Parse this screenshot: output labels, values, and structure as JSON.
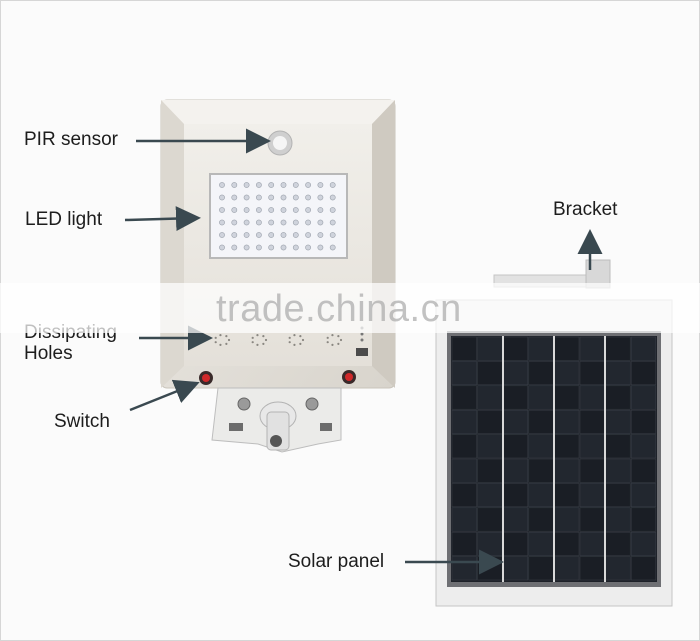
{
  "labels": {
    "pir_sensor": "PIR sensor",
    "led_light": "LED light",
    "bracket": "Bracket",
    "dissipating_holes": "Dissipating\nHoles",
    "switch": "Switch",
    "solar_panel": "Solar panel"
  },
  "watermark": "trade.china.cn",
  "colors": {
    "arrow": "#3a4950",
    "lamp_body": "#e8e5df",
    "led_panel": "#f3f4f8",
    "solar_cell": "#1e2229",
    "panel_frame": "#ebebeb"
  }
}
